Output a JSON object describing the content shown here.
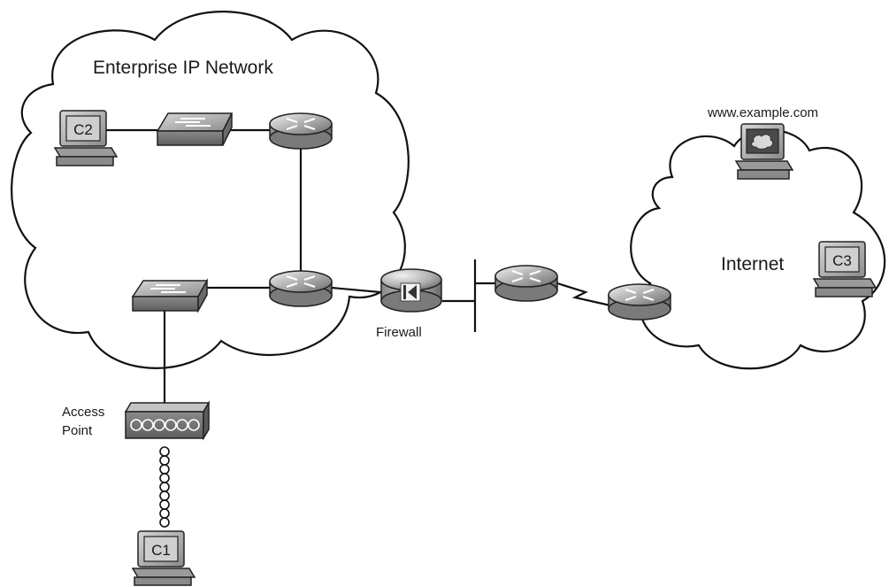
{
  "labels": {
    "enterprise_network": "Enterprise IP Network",
    "internet": "Internet",
    "website": "www.example.com",
    "firewall": "Firewall",
    "access_point_line1": "Access",
    "access_point_line2": "Point"
  },
  "computers": {
    "c1": "C1",
    "c2": "C2",
    "c3": "C3"
  },
  "devices": {
    "switches": [
      "enterprise-switch-top",
      "enterprise-switch-bottom"
    ],
    "routers": [
      "enterprise-router-top",
      "enterprise-router-bottom",
      "edge-router",
      "isp-router"
    ],
    "firewall": "firewall-icon",
    "access_point": "access-point-icon",
    "server": "web-server-icon"
  },
  "colors": {
    "line": "#111111",
    "device_gray": "#9a9a9a",
    "screen": "#cfcfcf"
  }
}
